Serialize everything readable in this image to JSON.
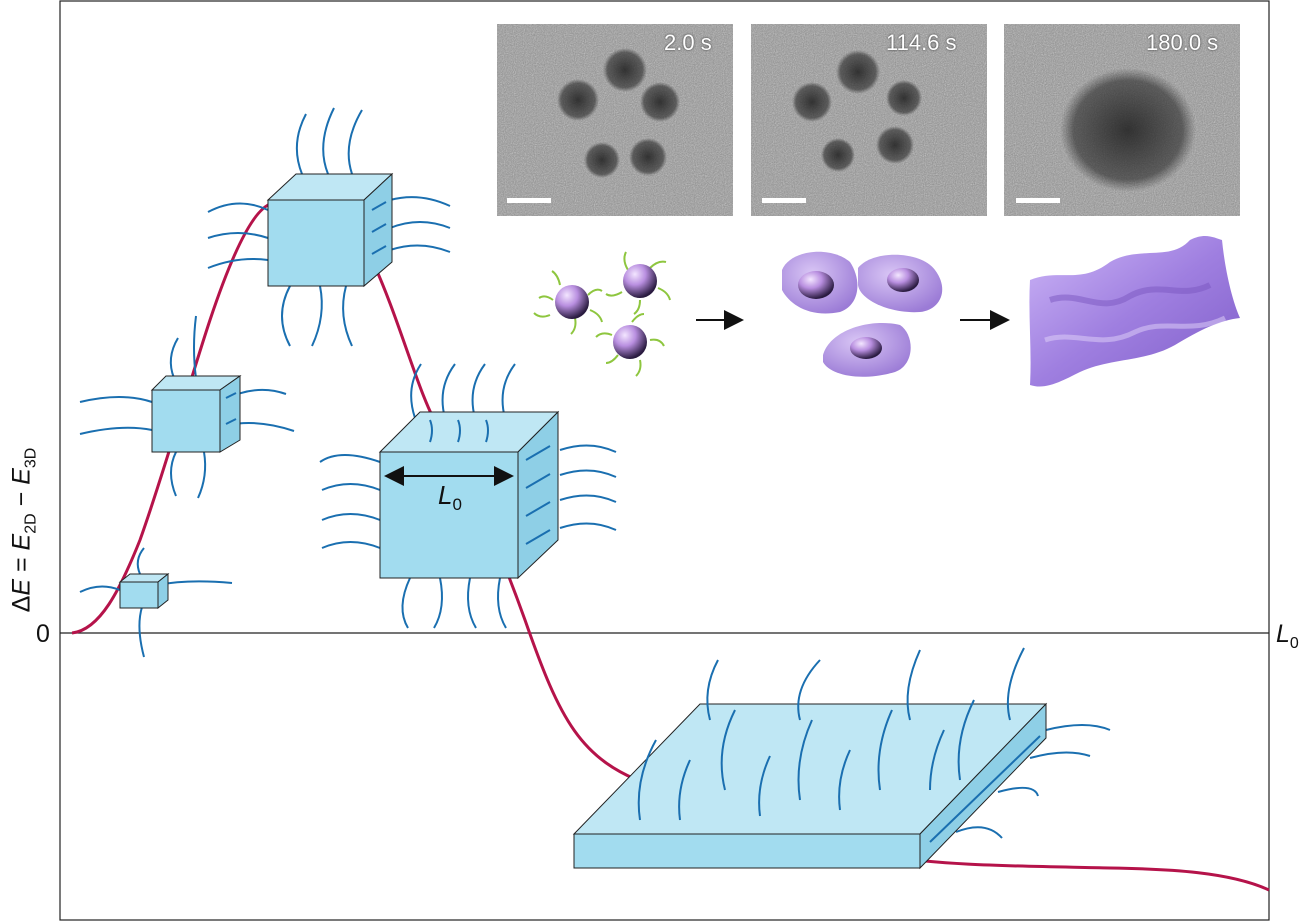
{
  "axes": {
    "y_label_prefix": "Δ",
    "y_label_E": "E",
    "y_label_eq": " = ",
    "y_label_E2": "E",
    "y_label_sub2d": "2D",
    "y_label_minus": " − ",
    "y_label_E3": "E",
    "y_label_sub3d": "3D",
    "zero_label": "0",
    "x_label": "L",
    "x_label_sub": "0"
  },
  "cube_dimension": {
    "label": "L",
    "sub": "0"
  },
  "micrographs": [
    {
      "time": "2.0 s"
    },
    {
      "time": "114.6 s"
    },
    {
      "time": "180.0 s"
    }
  ],
  "colors": {
    "curve": "#b5134a",
    "cube_face": "#a2dcef",
    "ligand": "#1a6fb0",
    "particle": "#b98fe0",
    "ligand_green": "#8ec63f",
    "sheet": "#b092e8"
  }
}
